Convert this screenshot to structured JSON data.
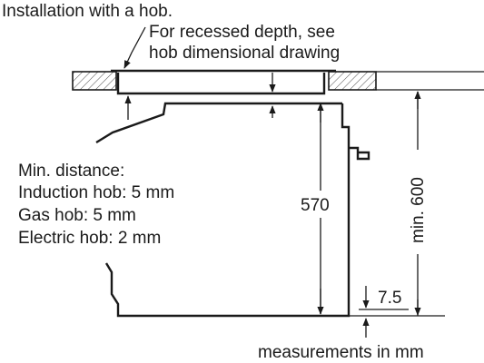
{
  "title": "Installation with a hob.",
  "callout": {
    "line1": "For recessed depth, see",
    "line2": "hob dimensional drawing"
  },
  "min_distance": {
    "heading": "Min. distance:",
    "induction": "Induction hob: 5 mm",
    "gas": "Gas hob: 5 mm",
    "electric": "Electric hob: 2 mm"
  },
  "dimensions": {
    "oven_height": "570",
    "niche_height": "min. 600",
    "gap": "7.5"
  },
  "footer": "measurements in mm"
}
